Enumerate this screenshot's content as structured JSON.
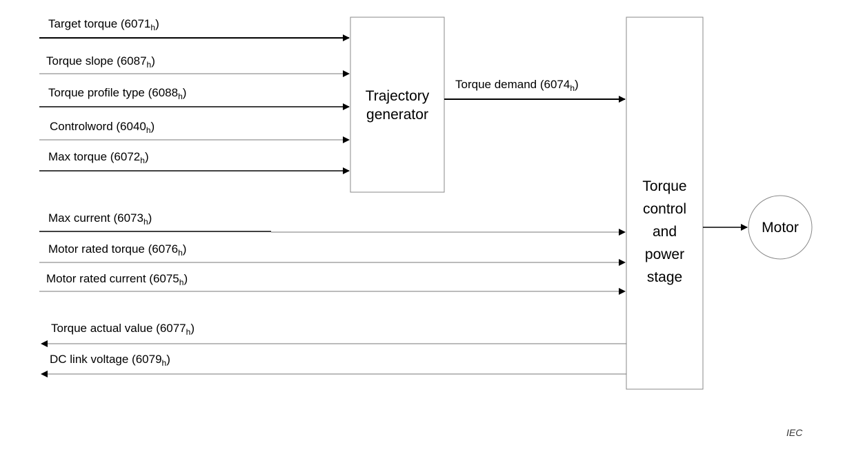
{
  "trajectory_inputs": [
    {
      "label": "Target torque (6071",
      "sub": "h",
      "suffix": ")"
    },
    {
      "label": "Torque slope (6087",
      "sub": "h",
      "suffix": ")"
    },
    {
      "label": "Torque profile type (6088",
      "sub": "h",
      "suffix": ")"
    },
    {
      "label": "Controlword (6040",
      "sub": "h",
      "suffix": ")"
    },
    {
      "label": "Max torque (6072",
      "sub": "h",
      "suffix": ")"
    }
  ],
  "trajectory_box": {
    "line1": "Trajectory",
    "line2": "generator"
  },
  "torque_demand": {
    "label": "Torque demand (6074",
    "sub": "h",
    "suffix": ")"
  },
  "control_inputs": [
    {
      "label": "Max current (6073",
      "sub": "h",
      "suffix": ")"
    },
    {
      "label": "Motor rated torque (6076",
      "sub": "h",
      "suffix": ")"
    },
    {
      "label": "Motor rated current (6075",
      "sub": "h",
      "suffix": ")"
    }
  ],
  "outputs": [
    {
      "label": "Torque actual value (6077",
      "sub": "h",
      "suffix": ")"
    },
    {
      "label": "DC link voltage (6079",
      "sub": "h",
      "suffix": ")"
    }
  ],
  "control_box": {
    "line1": "Torque",
    "line2": "control",
    "line3": "and",
    "line4": "power",
    "line5": "stage"
  },
  "motor": {
    "label": "Motor"
  },
  "footer": {
    "source": "IEC"
  }
}
